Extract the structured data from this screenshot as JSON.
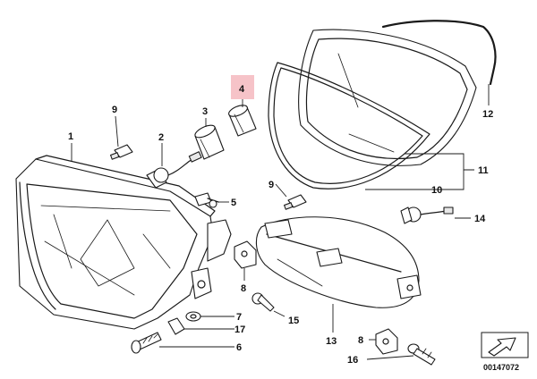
{
  "diagram": {
    "highlight_color": "#f6c3c8",
    "highlighted_part": "4",
    "drawing_code": "00147072",
    "callouts": [
      {
        "id": "c1",
        "text": "1"
      },
      {
        "id": "c2",
        "text": "2"
      },
      {
        "id": "c3",
        "text": "3"
      },
      {
        "id": "c4",
        "text": "4"
      },
      {
        "id": "c5",
        "text": "5"
      },
      {
        "id": "c6",
        "text": "6"
      },
      {
        "id": "c7",
        "text": "7"
      },
      {
        "id": "c8a",
        "text": "8"
      },
      {
        "id": "c8b",
        "text": "8"
      },
      {
        "id": "c9a",
        "text": "9"
      },
      {
        "id": "c9b",
        "text": "9"
      },
      {
        "id": "c10",
        "text": "10"
      },
      {
        "id": "c11",
        "text": "11"
      },
      {
        "id": "c12",
        "text": "12"
      },
      {
        "id": "c13",
        "text": "13"
      },
      {
        "id": "c14",
        "text": "14"
      },
      {
        "id": "c15",
        "text": "15"
      },
      {
        "id": "c16",
        "text": "16"
      },
      {
        "id": "c17",
        "text": "17"
      }
    ]
  }
}
